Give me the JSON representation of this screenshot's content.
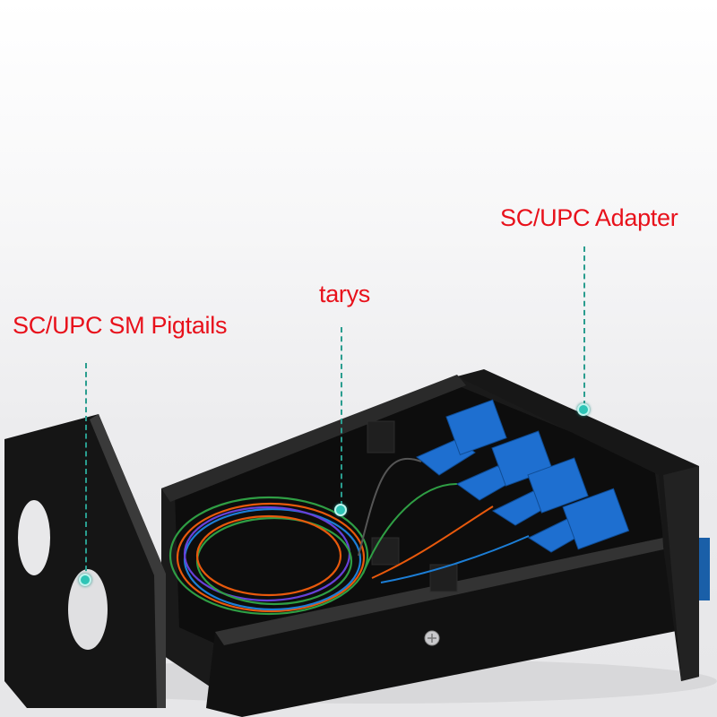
{
  "labels": {
    "pigtails": "SC/UPC SM Pigtails",
    "trays": "tarys",
    "adapter": "SC/UPC Adapter"
  },
  "colors": {
    "label": "#e8111b",
    "leader": "#2a9d8f",
    "box": "#141414",
    "connector": "#1e6fd0"
  },
  "product": {
    "adapter_count": "4"
  }
}
